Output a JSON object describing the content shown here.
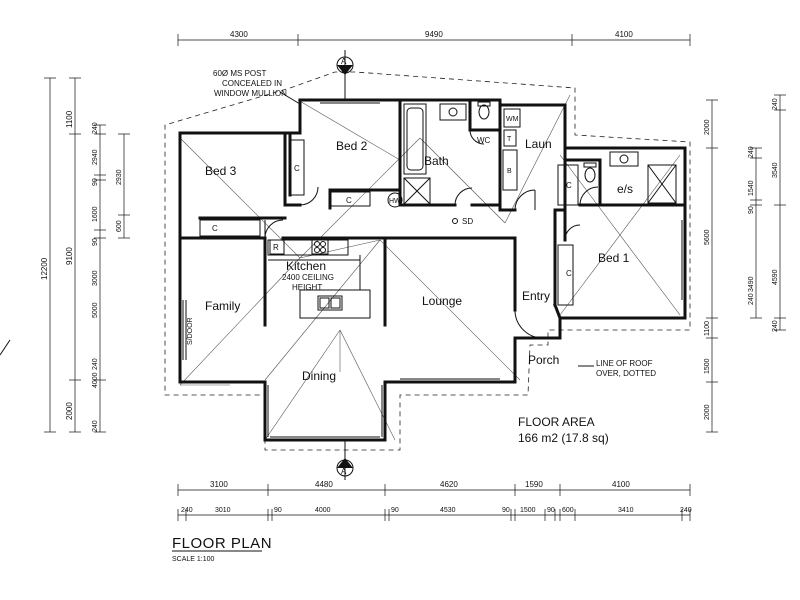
{
  "title": "FLOOR PLAN",
  "scale": "SCALE 1:100",
  "floor_area": {
    "label": "FLOOR AREA",
    "value": "166 m2 (17.8 sq)"
  },
  "section_marker": "A",
  "rooms": {
    "bed2": "Bed 2",
    "bed3": "Bed 3",
    "bath": "Bath",
    "wc": "WC",
    "laun": "Laun",
    "ens": "e/s",
    "bed1": "Bed 1",
    "kitchen": "Kitchen",
    "family": "Family",
    "lounge": "Lounge",
    "entry": "Entry",
    "porch": "Porch",
    "dining": "Dining"
  },
  "labels": {
    "c": "C",
    "hw": "HW",
    "sd": "SD",
    "r": "R",
    "wm": "WM",
    "t": "T",
    "b": "B",
    "sdoor": "S/DOOR"
  },
  "notes": {
    "post": [
      "60Ø MS POST",
      "CONCEALED IN",
      "WINDOW MULLION"
    ],
    "ceiling": [
      "2400 CEILING",
      "HEIGHT"
    ],
    "roof": [
      "LINE OF ROOF",
      "OVER, DOTTED"
    ]
  },
  "dimensions": {
    "top": [
      "4300",
      "9490",
      "4100"
    ],
    "bottom_overall": [
      "3100",
      "4480",
      "4620",
      "1590",
      "4100"
    ],
    "bottom_detail": [
      "240",
      "3010",
      "90",
      "4000",
      "90",
      "4530",
      "90",
      "1500",
      "90",
      "600",
      "3410",
      "240"
    ],
    "left_overall": "12200",
    "left_mid": [
      "1100",
      "9100",
      "2000"
    ],
    "left_detail": [
      "240",
      "2940",
      "90",
      "1600",
      "90",
      "3000",
      "5000",
      "240",
      "4000",
      "240"
    ],
    "left_inner": [
      "2930",
      "600"
    ],
    "right_outer": [
      "240",
      "3540",
      "3490",
      "4590",
      "240"
    ],
    "right_mid": [
      "2000",
      "5600",
      "1100",
      "1500",
      "2000"
    ],
    "right_detail": [
      "240",
      "1540",
      "90"
    ]
  }
}
